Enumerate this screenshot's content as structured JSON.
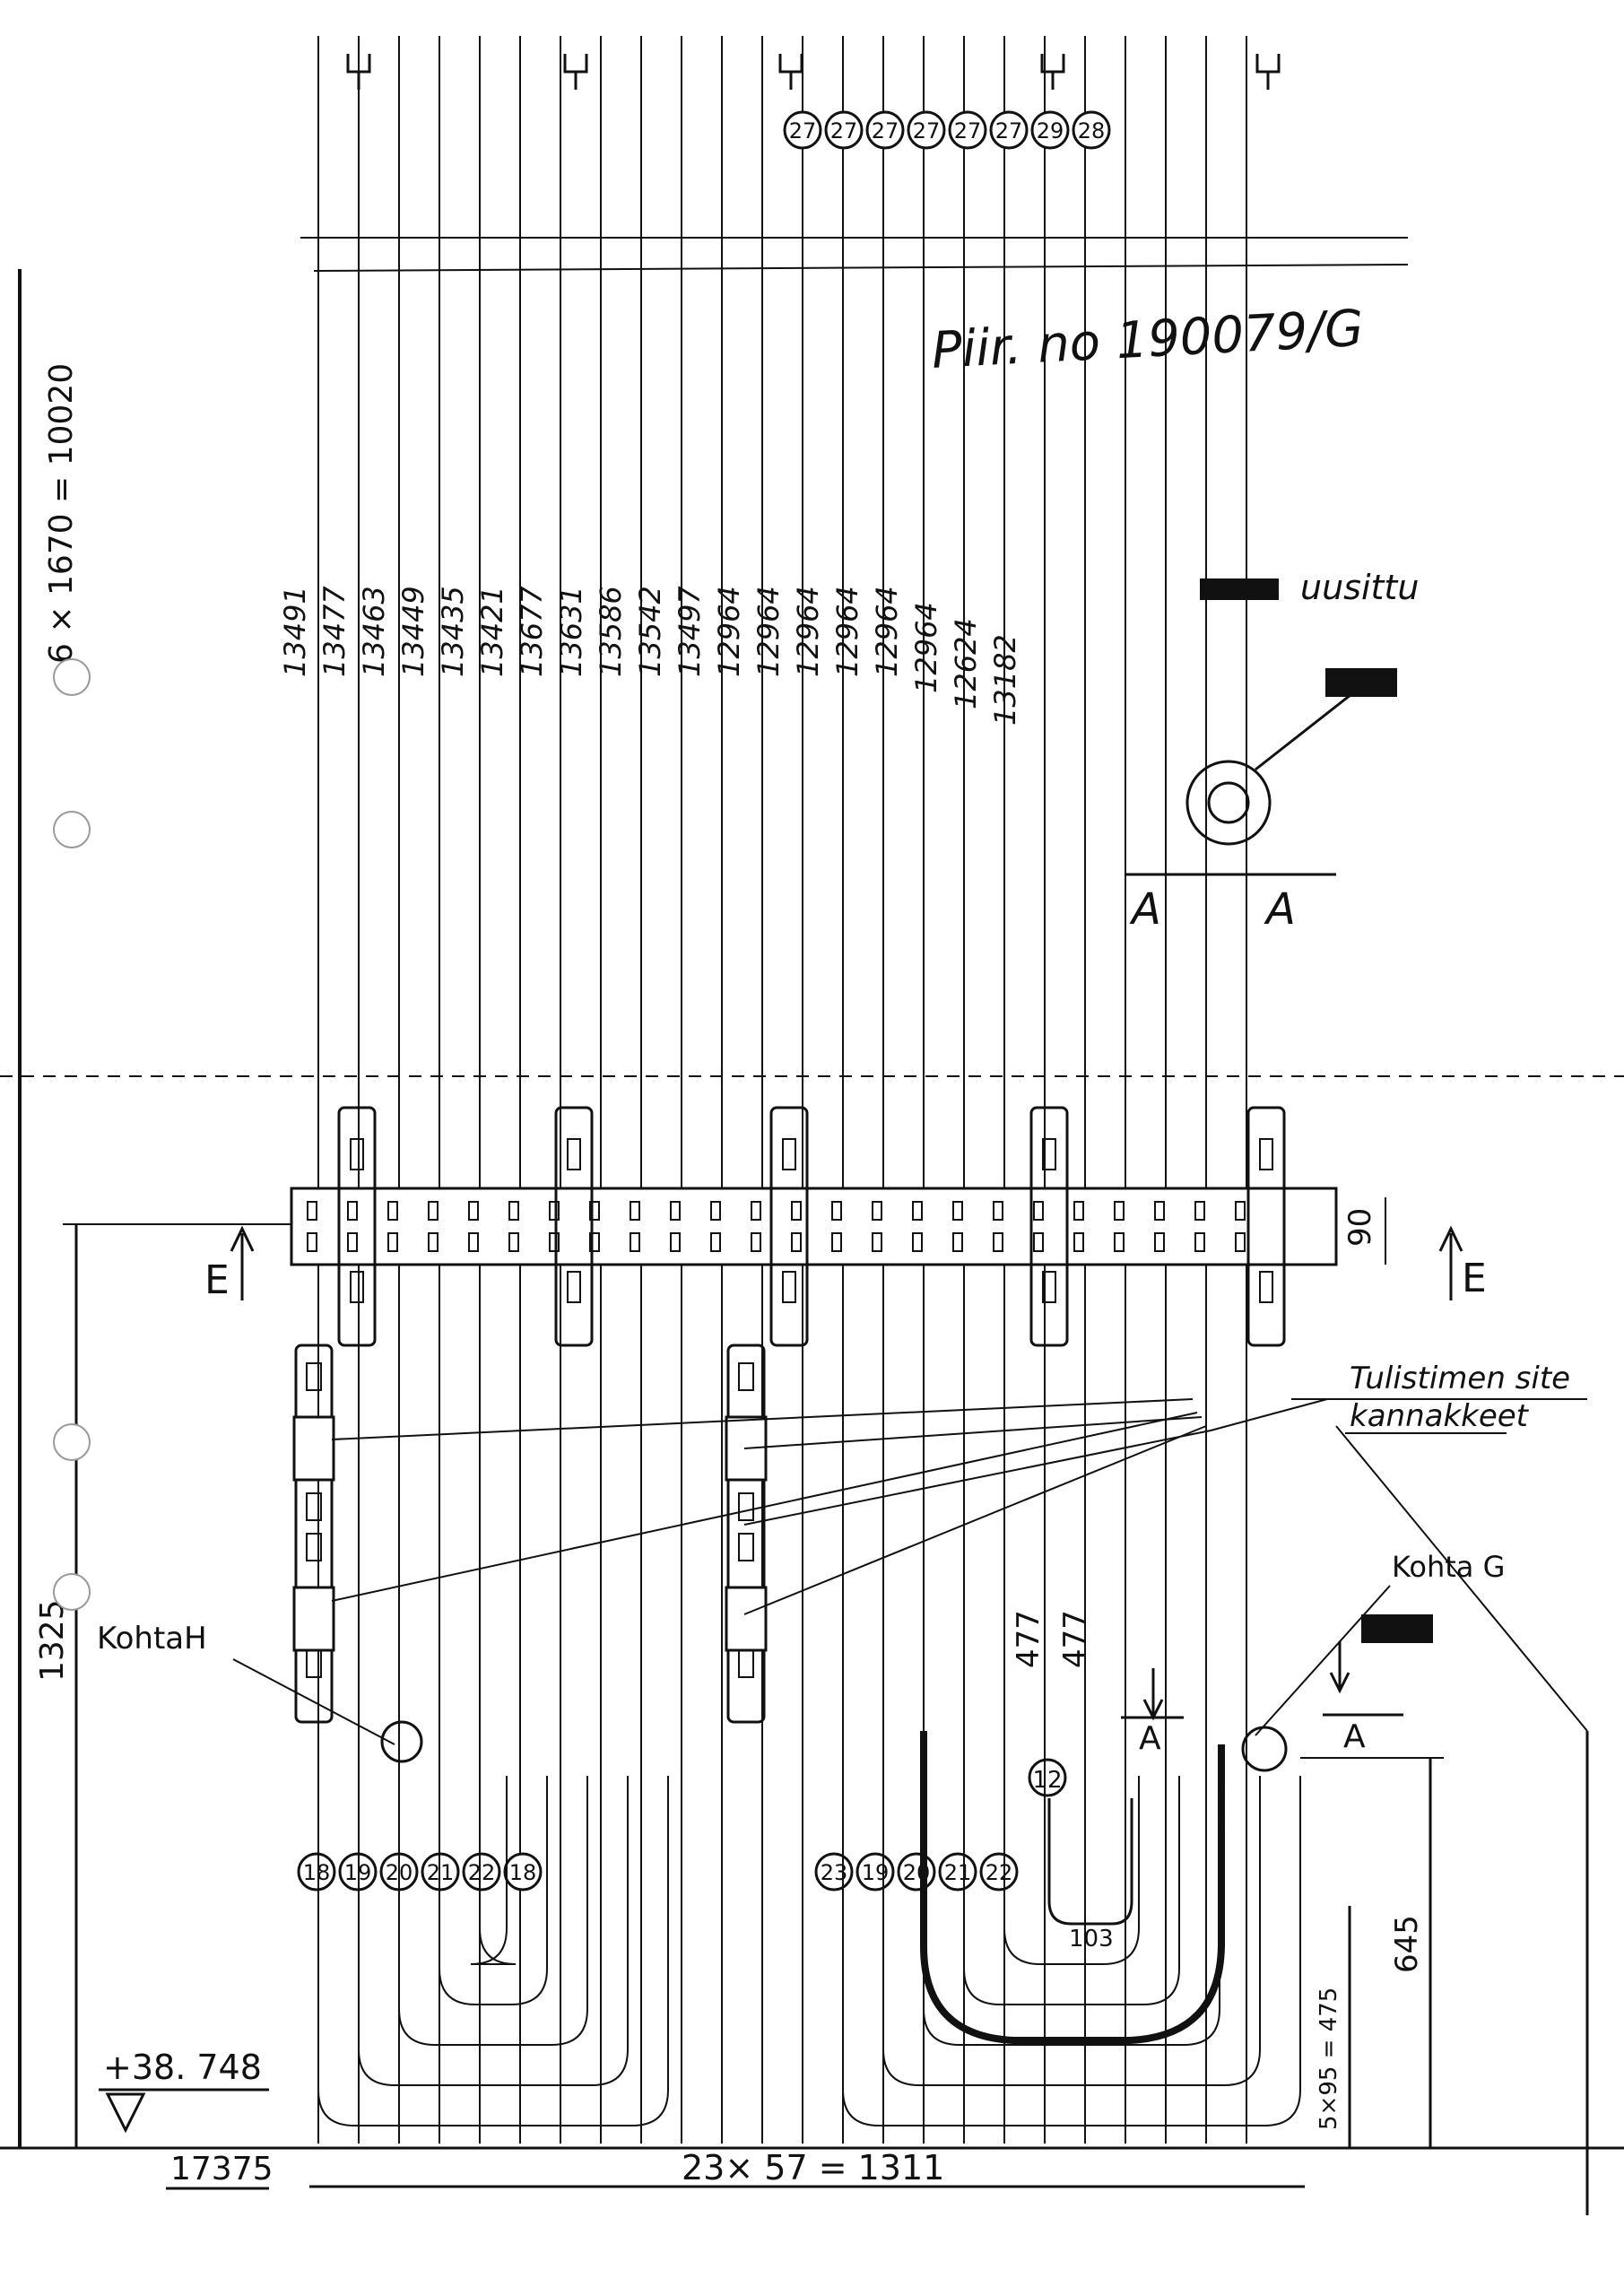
{
  "drawing": {
    "number": "Piir. no 190079/G",
    "renewed_note": "uusittu",
    "tube_lengths": [
      "13491",
      "13477",
      "13463",
      "13449",
      "13435",
      "13421",
      "13677",
      "13631",
      "13586",
      "13542",
      "13497",
      "12964",
      "12964",
      "12964",
      "12964",
      "12964",
      "12964",
      "12624",
      "13182"
    ],
    "top_markers": [
      "27",
      "27",
      "27",
      "27",
      "27",
      "27",
      "29",
      "28"
    ],
    "bottom_left_markers": [
      "18",
      "19",
      "20",
      "21",
      "22",
      "18"
    ],
    "bottom_right_markers": [
      "23",
      "19",
      "20",
      "21",
      "22"
    ],
    "marker_12": "12",
    "dim_vertical_total": "6 × 1670 = 10020",
    "dim_left_lower": "1325",
    "dim_clamp_height": "90",
    "dim_u_spacing": "5×95 = 475",
    "dim_bottom_height": "645",
    "dim_horizontal": "23× 57 = 1311",
    "dim_477a": "477",
    "dim_477b": "477",
    "dim_103": "103",
    "elevation": "+38. 748",
    "level_left": "17375",
    "section_e_left": "E",
    "section_e_right": "E",
    "section_a1": "A",
    "section_a2": "A",
    "section_a3": "A",
    "section_a4": "A",
    "kohta_h": "KohtaH",
    "kohta_g": "Kohta G",
    "tulistimen_line1": "Tulistimen site",
    "tulistimen_line2": "kannakkeet"
  }
}
